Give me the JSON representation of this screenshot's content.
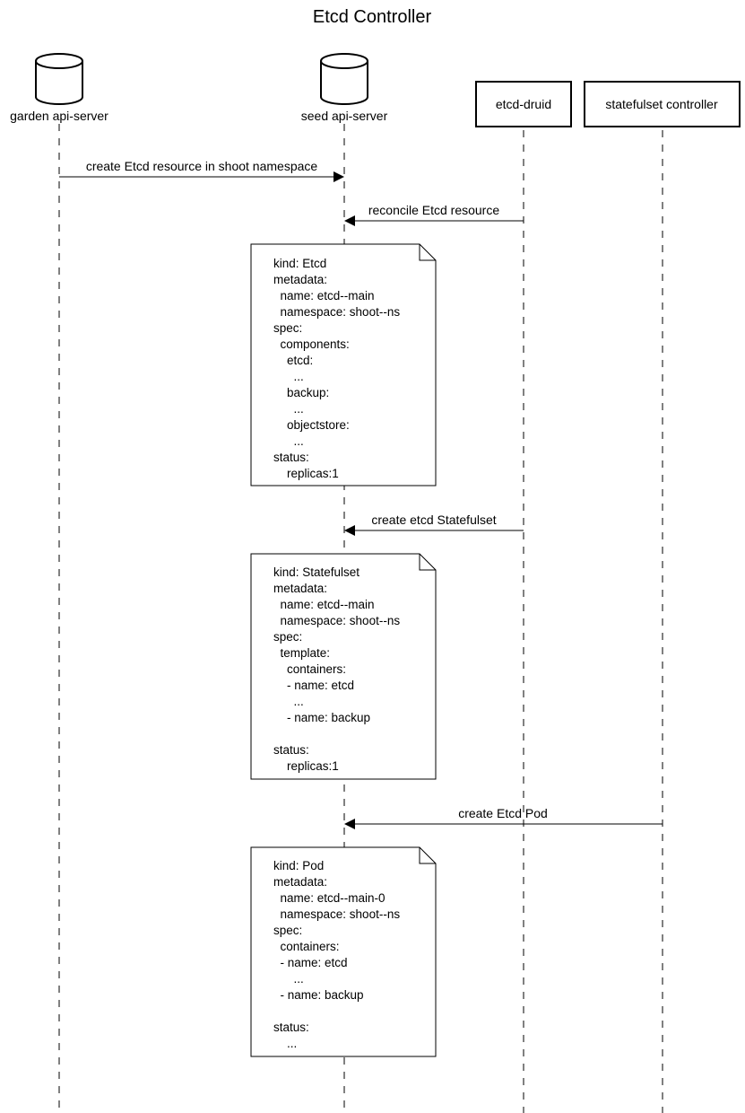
{
  "title": "Etcd Controller",
  "participants": [
    {
      "id": "garden",
      "label": "garden api-server",
      "kind": "database"
    },
    {
      "id": "seed",
      "label": "seed api-server",
      "kind": "database"
    },
    {
      "id": "druid",
      "label": "etcd-druid",
      "kind": "box"
    },
    {
      "id": "sts",
      "label": "statefulset controller",
      "kind": "box"
    }
  ],
  "messages": [
    {
      "from": "garden",
      "to": "seed",
      "label": "create Etcd resource in shoot namespace"
    },
    {
      "from": "druid",
      "to": "seed",
      "label": "reconcile Etcd resource"
    },
    {
      "from": "druid",
      "to": "seed",
      "label": "create etcd Statefulset"
    },
    {
      "from": "sts",
      "to": "seed",
      "label": "create Etcd Pod"
    }
  ],
  "notes": [
    {
      "lines": [
        "kind: Etcd",
        "metadata:",
        "  name: etcd--main",
        "  namespace: shoot--ns",
        "spec:",
        "  components:",
        "    etcd:",
        "      ...",
        "    backup:",
        "      ...",
        "    objectstore:",
        "      ...",
        "status:",
        "    replicas:1"
      ]
    },
    {
      "lines": [
        "kind: Statefulset",
        "metadata:",
        "  name: etcd--main",
        "  namespace: shoot--ns",
        "spec:",
        "  template:",
        "    containers:",
        "    - name: etcd",
        "      ...",
        "    - name: backup",
        "",
        "status:",
        "    replicas:1"
      ]
    },
    {
      "lines": [
        "kind: Pod",
        "metadata:",
        "  name: etcd--main-0",
        "  namespace: shoot--ns",
        "spec:",
        "  containers:",
        "  - name: etcd",
        "      ...",
        "  - name: backup",
        "",
        "status:",
        "    ..."
      ]
    }
  ]
}
